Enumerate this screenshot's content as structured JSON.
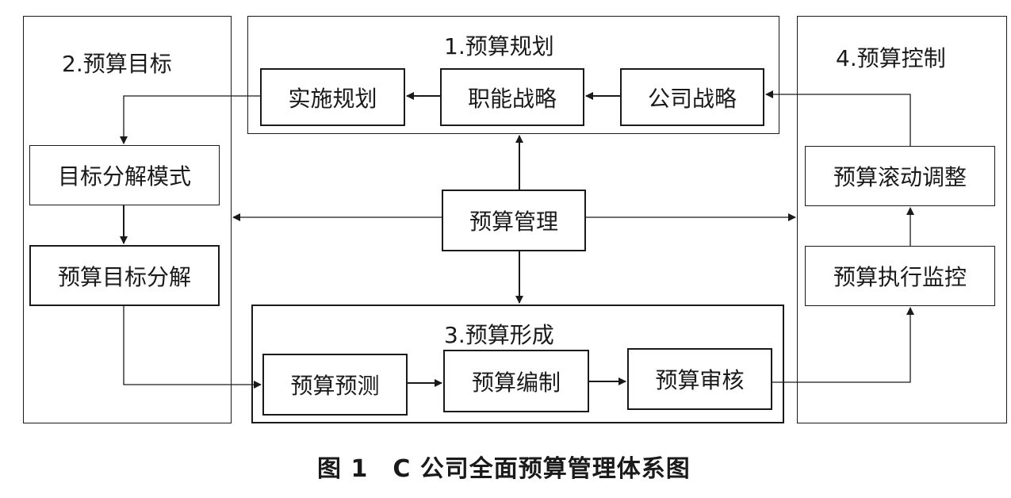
{
  "sections": {
    "planning": {
      "title": "1.预算规划",
      "implementation": "实施规划",
      "functional": "职能战略",
      "corporate": "公司战略"
    },
    "goals": {
      "title": "2.预算目标",
      "decomposition_mode": "目标分解模式",
      "goal_decomposition": "预算目标分解"
    },
    "formation": {
      "title": "3.预算形成",
      "forecast": "预算预测",
      "compilation": "预算编制",
      "review": "预算审核"
    },
    "control": {
      "title": "4.预算控制",
      "rolling_adjustment": "预算滚动调整",
      "execution_monitoring": "预算执行监控"
    }
  },
  "center": {
    "label": "预算管理"
  },
  "caption": "图 1　C 公司全面预算管理体系图"
}
